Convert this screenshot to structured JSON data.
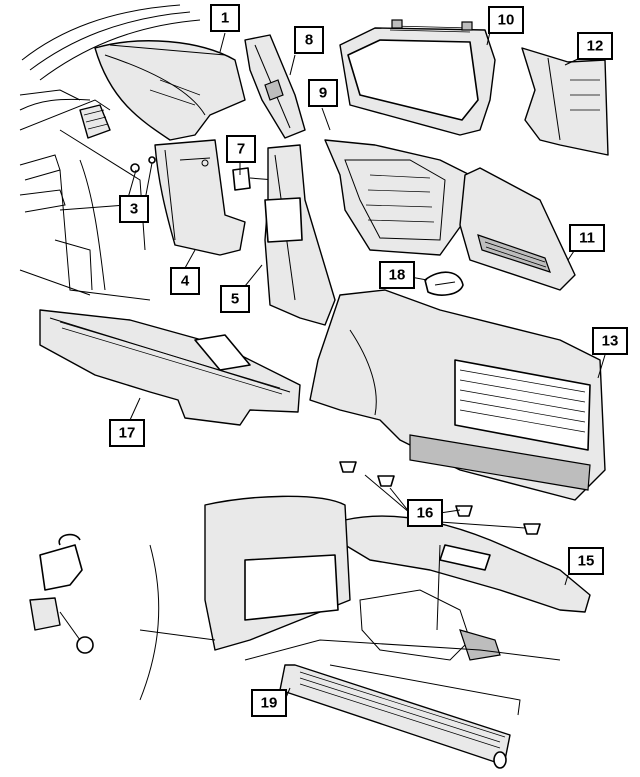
{
  "callouts": [
    {
      "id": "1",
      "label": "1"
    },
    {
      "id": "3",
      "label": "3"
    },
    {
      "id": "4",
      "label": "4"
    },
    {
      "id": "5",
      "label": "5"
    },
    {
      "id": "7",
      "label": "7"
    },
    {
      "id": "8",
      "label": "8"
    },
    {
      "id": "9",
      "label": "9"
    },
    {
      "id": "10",
      "label": "10"
    },
    {
      "id": "11",
      "label": "11"
    },
    {
      "id": "12",
      "label": "12"
    },
    {
      "id": "13",
      "label": "13"
    },
    {
      "id": "15",
      "label": "15"
    },
    {
      "id": "16",
      "label": "16"
    },
    {
      "id": "17",
      "label": "17"
    },
    {
      "id": "18",
      "label": "18"
    },
    {
      "id": "19",
      "label": "19"
    }
  ]
}
